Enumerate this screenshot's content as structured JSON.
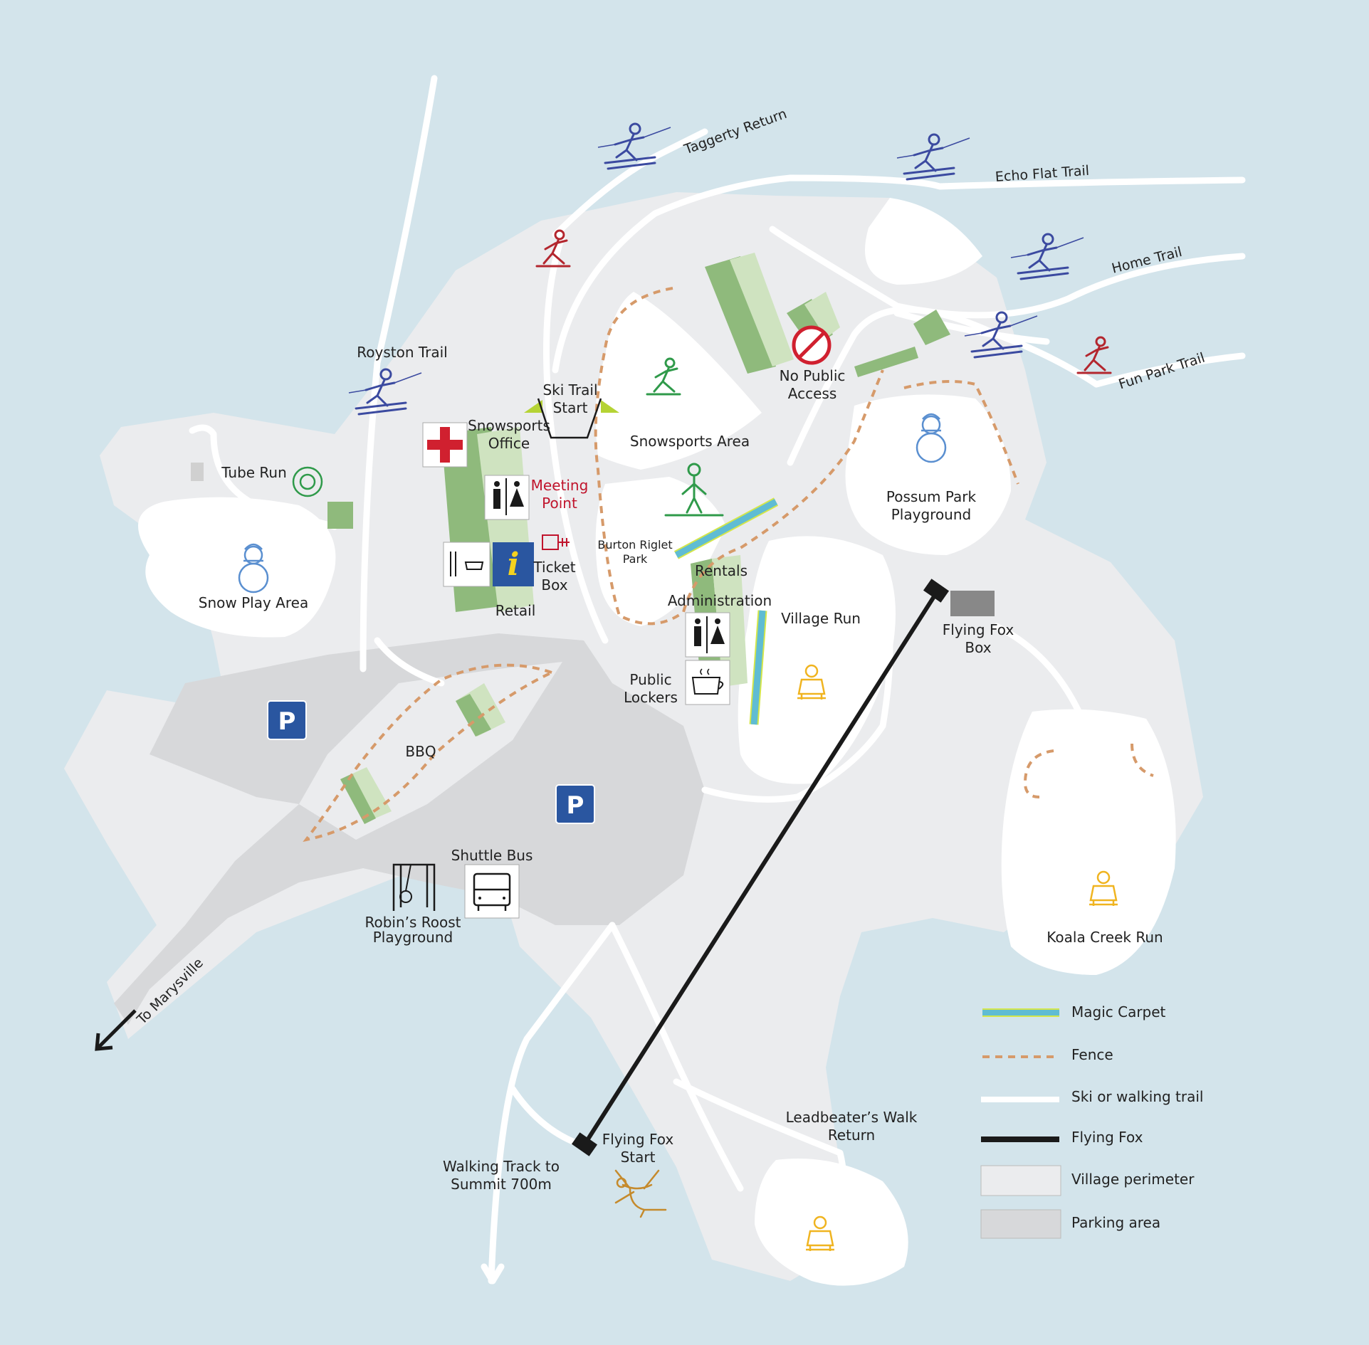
{
  "labels": {
    "tube_run": "Tube Run",
    "snow_play_area": "Snow Play Area",
    "royston_trail": "Royston Trail",
    "snowsports_office": "Snowsports Office",
    "meeting_point": "Meeting Point",
    "ticket_box": "Ticket Box",
    "retail": "Retail",
    "ski_trail_start": "Ski Trail Start",
    "snowsports_area": "Snowsports Area",
    "no_public_access": "No Public Access",
    "burton_riglet_park": "Burton Riglet Park",
    "rentals": "Rentals",
    "administration": "Administration",
    "public_lockers": "Public Lockers",
    "village_run": "Village Run",
    "possum_park_playground": "Possum Park Playground",
    "flying_fox_box": "Flying Fox Box",
    "bbq": "BBQ",
    "shuttle_bus": "Shuttle Bus",
    "robins_roost_playground": "Robin’s Roost Playground",
    "to_marysville": "To Marysville",
    "walking_track": "Walking Track to Summit 700m",
    "flying_fox_start": "Flying Fox Start",
    "leadbeaters_walk_return": "Leadbeater’s Walk Return",
    "koala_creek_run": "Koala Creek Run",
    "parking_sign": "P"
  },
  "trails": {
    "taggerty_return": "Taggerty Return",
    "echo_flat_trail": "Echo Flat Trail",
    "home_trail": "Home Trail",
    "fun_park_trail": "Fun Park Trail"
  },
  "legend": [
    {
      "label": "Magic Carpet",
      "symbol": "magic-carpet"
    },
    {
      "label": "Fence",
      "symbol": "fence"
    },
    {
      "label": "Ski or walking trail",
      "symbol": "trail"
    },
    {
      "label": "Flying Fox",
      "symbol": "flying-fox"
    },
    {
      "label": "Village perimeter",
      "symbol": "village-perimeter"
    },
    {
      "label": "Parking area",
      "symbol": "parking-area"
    }
  ],
  "colors": {
    "water": "#d3e4eb",
    "village": "#ebecee",
    "parking": "#d7d8da",
    "snow": "#ffffff",
    "fence": "#d69a6a",
    "magic_carpet": "#5fbcd3",
    "building_dark": "#8fba7c",
    "building_light": "#cfe3c0",
    "skier_blue": "#3b4aa0",
    "skier_red": "#b3262e",
    "sled_yellow": "#f0b420",
    "green_icon": "#2f9a4a"
  }
}
